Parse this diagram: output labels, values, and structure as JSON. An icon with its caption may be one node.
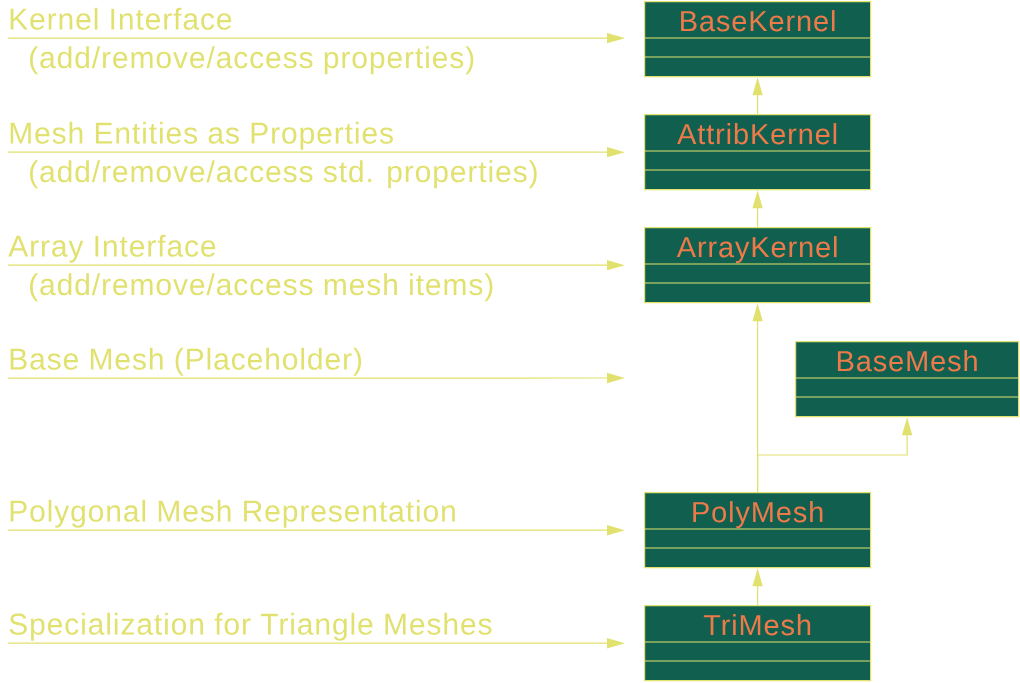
{
  "diagram": {
    "nodes": [
      {
        "text": [
          "Kernel Interface"
        ],
        "beside": [
          "(add/remove/access properties)"
        ]
      },
      {
        "text": [
          "BaseKernel"
        ]
      },
      {
        "text": [
          "Mesh Entities as Properties"
        ],
        "beside": [
          "(add/remove/access std. properties)"
        ]
      },
      {
        "text": [
          "AttribKernel"
        ]
      },
      {
        "text": [
          "Array Interface"
        ],
        "beside": [
          "(add/remove/access mesh items)"
        ]
      },
      {
        "text": [
          "ArrayKernel"
        ]
      },
      {
        "text": [
          "Base Mesh (Placeholder)"
        ]
      },
      {
        "text": [
          "BaseMesh"
        ]
      },
      {
        "text": [
          "Polygonal Mesh Representation"
        ]
      },
      {
        "text": [
          "PolyMesh"
        ]
      },
      {
        "text": [
          "Specialization for Triangle Meshes"
        ]
      },
      {
        "text": [
          "TriMesh"
        ]
      }
    ],
    "edges": [
      {
        "from": 0,
        "to": 1,
        "arrow": "to"
      },
      {
        "from": 2,
        "to": 3,
        "arrow": "to"
      },
      {
        "from": 4,
        "to": 5,
        "arrow": "to"
      },
      {
        "from": 6,
        "to": null,
        "arrow": "to"
      },
      {
        "from": 8,
        "to": 9,
        "arrow": "to"
      },
      {
        "from": 10,
        "to": 11,
        "arrow": "to"
      },
      {
        "from": 3,
        "to": 1,
        "arrow": "to"
      },
      {
        "from": 5,
        "to": 3,
        "arrow": "to"
      },
      {
        "from": 9,
        "to": 5,
        "arrow": "to"
      },
      {
        "from": 9,
        "to": 7,
        "arrow": "to"
      },
      {
        "from": 11,
        "to": 9,
        "arrow": "to"
      }
    ]
  }
}
